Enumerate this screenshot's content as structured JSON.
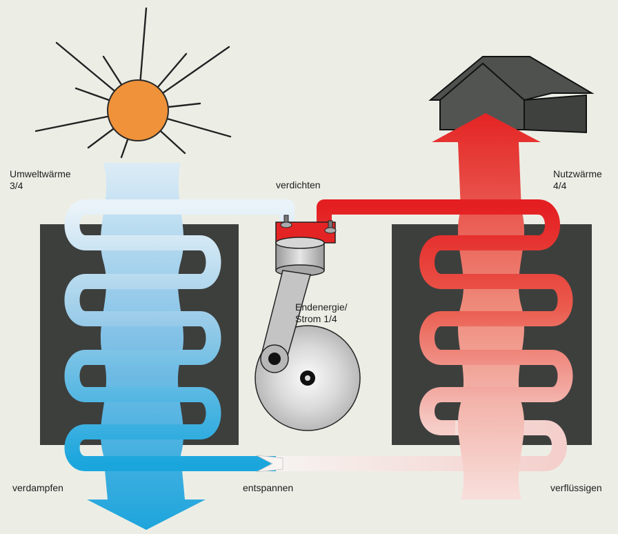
{
  "labels": {
    "ambient_heat": "Umweltwärme",
    "ambient_fraction": "3/4",
    "useful_heat": "Nutzwärme",
    "useful_fraction": "4/4",
    "compress": "verdichten",
    "end_energy": "Endenergie/",
    "electricity": "Strom 1/4",
    "evaporate": "verdampfen",
    "expand": "entspannen",
    "condense": "verflüssigen"
  },
  "colors": {
    "sun": "#f0923a",
    "cold_light": "#e6f1f8",
    "cold_mid": "#8fc6e6",
    "cold_dark": "#1ca6dc",
    "hot_red": "#e82626",
    "hot_pale": "#f6d2d0",
    "heat_exchanger": "#3d3f3d",
    "house": "#525452",
    "compressor": "#c3c3c3"
  },
  "icons": [
    "sun-icon",
    "house-icon",
    "compressor-icon",
    "crank-wheel-icon"
  ]
}
